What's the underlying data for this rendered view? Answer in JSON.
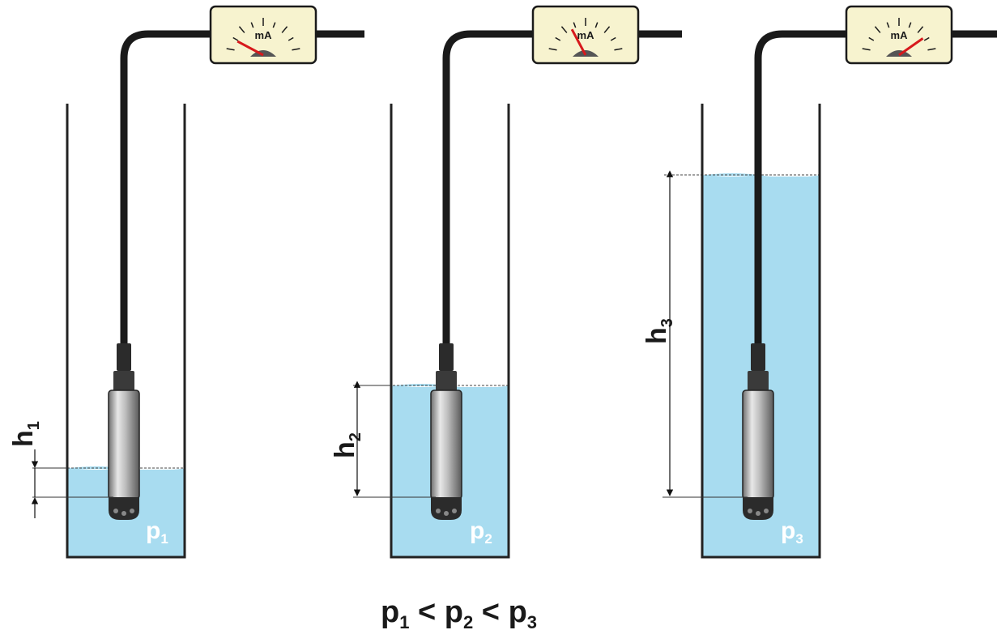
{
  "meter_unit": "mA",
  "tanks": [
    {
      "height_label": {
        "main": "h",
        "sub": "1"
      },
      "pressure_label": {
        "main": "p",
        "sub": "1"
      },
      "meter_needle_angle_deg": -62
    },
    {
      "height_label": {
        "main": "h",
        "sub": "2"
      },
      "pressure_label": {
        "main": "p",
        "sub": "2"
      },
      "meter_needle_angle_deg": -28
    },
    {
      "height_label": {
        "main": "h",
        "sub": "3"
      },
      "pressure_label": {
        "main": "p",
        "sub": "3"
      },
      "meter_needle_angle_deg": 55
    }
  ],
  "formula": {
    "t1": "p",
    "s1": "1",
    "op1": " < ",
    "t2": "p",
    "s2": "2",
    "op2": " < ",
    "t3": "p",
    "s3": "3"
  },
  "colors": {
    "water": "#a8dcf0",
    "wall": "#222222",
    "cable": "#1a1a1a",
    "meter_face": "#f7f3cf",
    "needle": "#d7191c",
    "needle_hub": "#555555"
  }
}
